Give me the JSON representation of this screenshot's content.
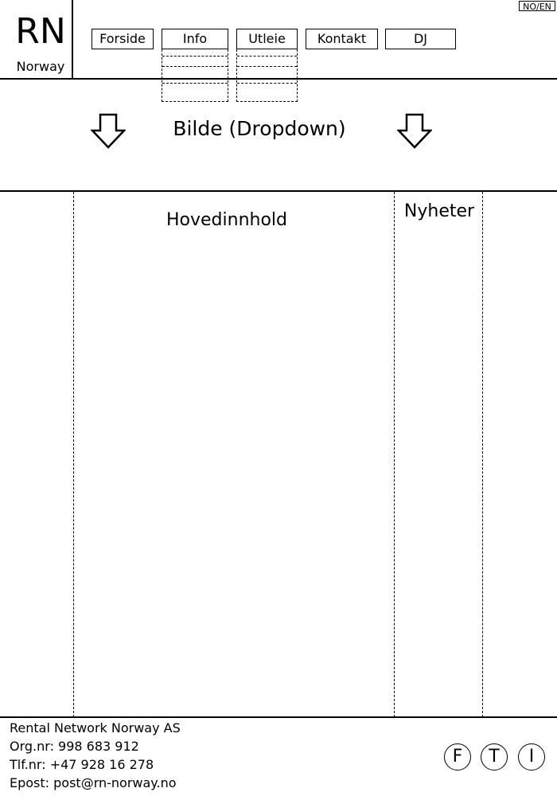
{
  "header": {
    "logo": {
      "main": "RN",
      "sub": "Norway"
    },
    "language_toggle": "NO/EN",
    "nav": [
      {
        "label": "Forside"
      },
      {
        "label": "Info"
      },
      {
        "label": "Utleie"
      },
      {
        "label": "Kontakt"
      },
      {
        "label": "DJ"
      }
    ]
  },
  "banner": {
    "title": "Bilde (Dropdown)",
    "left_arrow_icon": "arrow-down-outline",
    "right_arrow_icon": "arrow-down-outline"
  },
  "main": {
    "content_title": "Hovedinnhold",
    "news_title": "Nyheter"
  },
  "footer": {
    "company": "Rental Network Norway AS",
    "org_nr": "Org.nr: 998 683 912",
    "phone": "Tlf.nr: +47 928 16 278",
    "email": "Epost: post@rn-norway.no",
    "social": [
      {
        "label": "F",
        "icon": "facebook-icon"
      },
      {
        "label": "T",
        "icon": "twitter-icon"
      },
      {
        "label": "I",
        "icon": "instagram-icon"
      }
    ]
  }
}
